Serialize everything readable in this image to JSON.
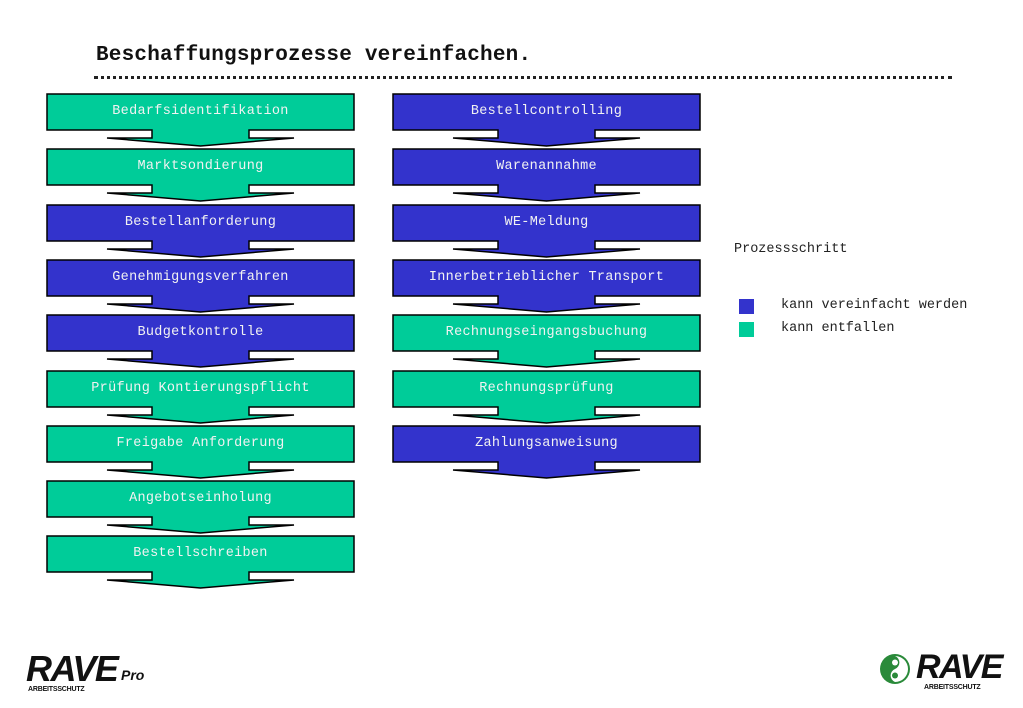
{
  "title": "Beschaffungsprozesse vereinfachen.",
  "colors": {
    "simplify": "#3333cc",
    "eliminate": "#00cc99",
    "outline": "#000000"
  },
  "columns": [
    {
      "steps": [
        {
          "label": "Bedarfsidentifikation",
          "category": "eliminate"
        },
        {
          "label": "Marktsondierung",
          "category": "eliminate"
        },
        {
          "label": "Bestellanforderung",
          "category": "simplify"
        },
        {
          "label": "Genehmigungsverfahren",
          "category": "simplify"
        },
        {
          "label": "Budgetkontrolle",
          "category": "simplify"
        },
        {
          "label": "Prüfung Kontierungspflicht",
          "category": "eliminate"
        },
        {
          "label": "Freigabe Anforderung",
          "category": "eliminate"
        },
        {
          "label": "Angebotseinholung",
          "category": "eliminate"
        },
        {
          "label": "Bestellschreiben",
          "category": "eliminate"
        }
      ]
    },
    {
      "steps": [
        {
          "label": "Bestellcontrolling",
          "category": "simplify"
        },
        {
          "label": "Warenannahme",
          "category": "simplify"
        },
        {
          "label": "WE-Meldung",
          "category": "simplify"
        },
        {
          "label": "Innerbetrieblicher Transport",
          "category": "simplify"
        },
        {
          "label": "Rechnungseingangsbuchung",
          "category": "eliminate"
        },
        {
          "label": "Rechnungsprüfung",
          "category": "eliminate"
        },
        {
          "label": "Zahlungsanweisung",
          "category": "simplify"
        }
      ]
    }
  ],
  "legend": {
    "title": "Prozessschritt",
    "items": [
      {
        "label": "kann vereinfacht werden",
        "category": "simplify"
      },
      {
        "label": "kann entfallen",
        "category": "eliminate"
      }
    ]
  },
  "logos": {
    "left": {
      "word": "RAVE",
      "sub": "ARBEITSSCHUTZ",
      "suffix": "Pro"
    },
    "right": {
      "word": "RAVE",
      "sub": "ARBEITSSCHUTZ"
    }
  }
}
